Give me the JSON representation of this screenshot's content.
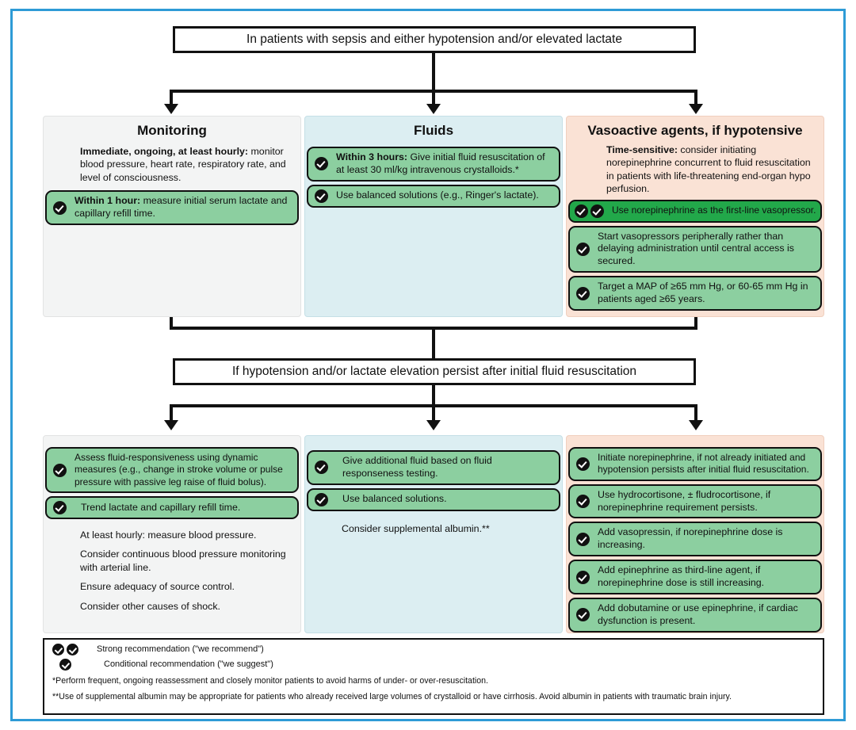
{
  "theme": {
    "frame_border": "#2e9bd6",
    "panel_gray": "#f3f4f4",
    "panel_blue": "#dceef2",
    "panel_peach": "#fae2d5",
    "rec_green": "#8ccfa0",
    "rec_strong_green": "#22a84a",
    "line_black": "#111111"
  },
  "top_header": {
    "label": "In patients with sepsis and either hypotension and/or elevated lactate"
  },
  "mid_header": {
    "label": "If hypotension and/or lactate elevation persist after initial fluid resuscitation"
  },
  "stage1": {
    "monitoring": {
      "title": "Monitoring",
      "intro_bold": "Immediate, ongoing, at least hourly:",
      "intro_rest": " monitor blood pressure, heart rate, respiratory rate, and level of consciousness.",
      "items": [
        {
          "strength": "conditional",
          "checks": 1,
          "bold": "Within 1 hour:",
          "text": " measure initial serum lactate and capillary refill time."
        }
      ]
    },
    "fluids": {
      "title": "Fluids",
      "items": [
        {
          "strength": "conditional",
          "checks": 1,
          "bold": "Within 3 hours:",
          "text": " Give initial fluid resuscitation of at least 30 ml/kg intravenous crystalloids.*"
        },
        {
          "strength": "conditional",
          "checks": 1,
          "bold": "",
          "text": "Use balanced solutions (e.g., Ringer's lactate)."
        }
      ]
    },
    "vasoactive": {
      "title": "Vasoactive agents, if hypotensive",
      "intro_bold": "Time-sensitive:",
      "intro_rest": " consider initiating norepinephrine concurrent to fluid resuscitation in patients with life-threatening end-organ hypo perfusion.",
      "items": [
        {
          "strength": "strong",
          "checks": 2,
          "bold": "",
          "text": "Use norepinephrine as the first-line vasopressor."
        },
        {
          "strength": "conditional",
          "checks": 1,
          "bold": "",
          "text": "Start vasopressors peripherally rather than delaying administration until central access is secured."
        },
        {
          "strength": "conditional",
          "checks": 1,
          "bold": "",
          "text": "Target a MAP of ≥65 mm Hg, or 60-65 mm Hg in patients aged ≥65 years."
        }
      ]
    }
  },
  "stage2": {
    "monitoring": {
      "items": [
        {
          "strength": "conditional",
          "checks": 1,
          "bold": "",
          "text": "Assess fluid-responsiveness using dynamic measures (e.g., change in stroke volume or pulse pressure with passive leg raise of fluid bolus)."
        },
        {
          "strength": "conditional",
          "checks": 1,
          "bold": "",
          "text": "Trend lactate and capillary refill time."
        }
      ],
      "plain": [
        "At least hourly: measure blood pressure.",
        "Consider continuous blood pressure monitoring with arterial line.",
        "Ensure adequacy of source control.",
        "Consider other causes of shock."
      ]
    },
    "fluids": {
      "items": [
        {
          "strength": "conditional",
          "checks": 1,
          "bold": "",
          "text": "Give additional fluid based on fluid responseness testing."
        },
        {
          "strength": "conditional",
          "checks": 1,
          "bold": "",
          "text": "Use balanced solutions."
        }
      ],
      "plain": [
        "Consider supplemental albumin.**"
      ]
    },
    "vasoactive": {
      "items": [
        {
          "strength": "conditional",
          "checks": 1,
          "bold": "",
          "text": "Initiate norepinephrine, if not already initiated and hypotension persists after initial fluid resuscitation."
        },
        {
          "strength": "conditional",
          "checks": 1,
          "bold": "",
          "text": "Use hydrocortisone, ± fludrocortisone, if norepinephrine requirement persists."
        },
        {
          "strength": "conditional",
          "checks": 1,
          "bold": "",
          "text": "Add vasopressin, if norepinephrine dose is increasing."
        },
        {
          "strength": "conditional",
          "checks": 1,
          "bold": "",
          "text": "Add epinephrine as third-line agent, if norepinephrine dose is still increasing."
        },
        {
          "strength": "conditional",
          "checks": 1,
          "bold": "",
          "text": "Add dobutamine or use epinephrine, if cardiac dysfunction is present."
        }
      ],
      "plain": []
    }
  },
  "legend": {
    "strong_label": "Strong recommendation (\"we recommend\")",
    "conditional_label": "Conditional recommendation (\"we suggest\")",
    "footnote1": "*Perform frequent, ongoing reassessment and closely monitor patients to avoid harms of under- or over-resuscitation.",
    "footnote2": "**Use of supplemental albumin may be appropriate for patients who already received large volumes of crystalloid or have cirrhosis. Avoid albumin in patients with traumatic brain injury."
  }
}
